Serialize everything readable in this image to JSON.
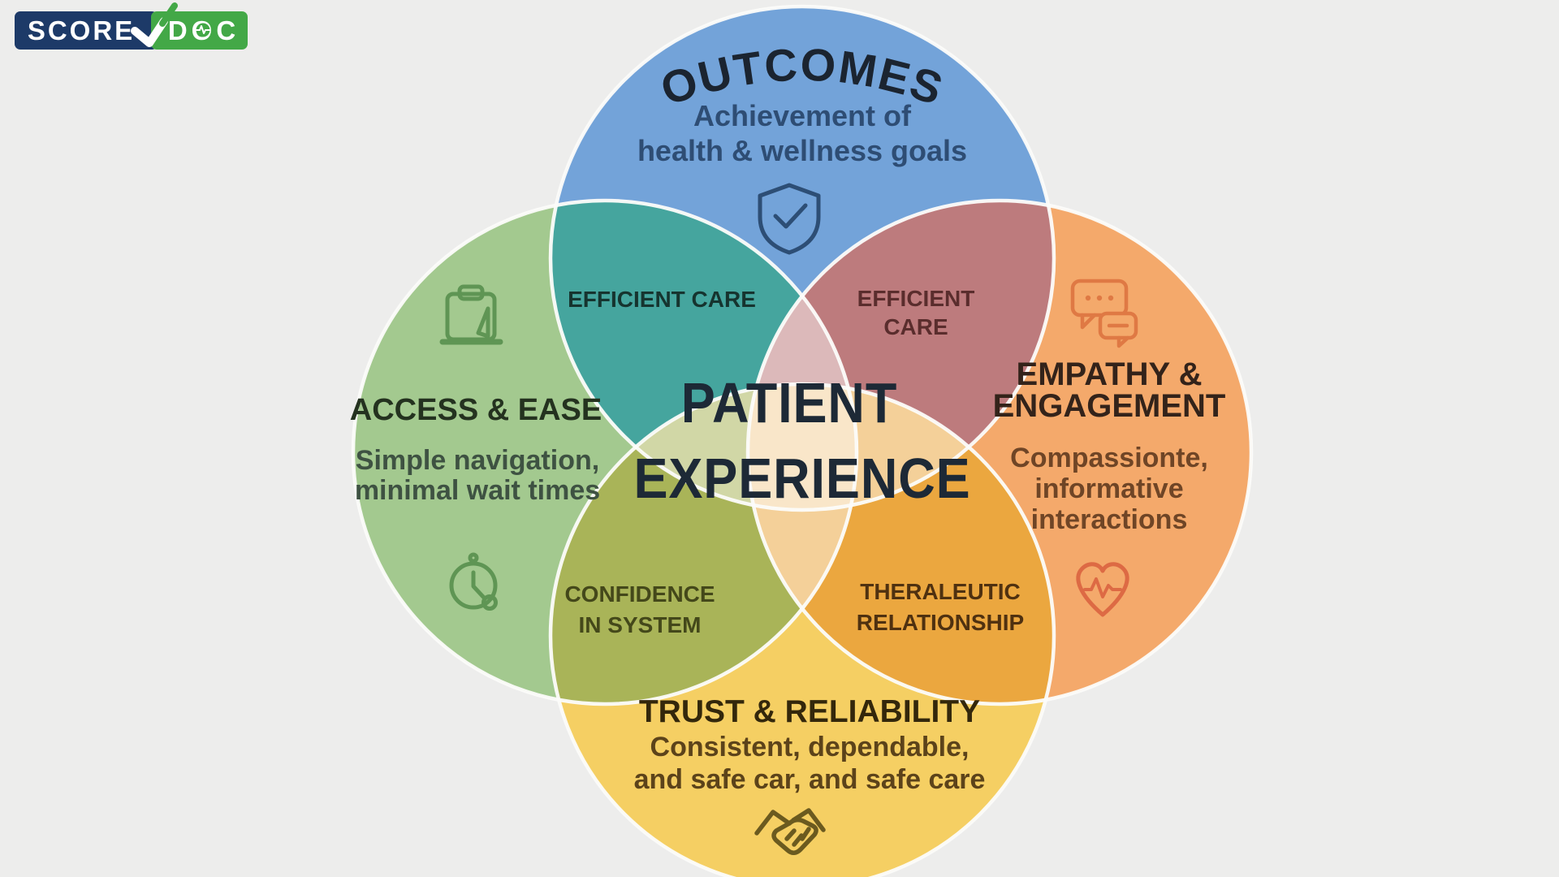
{
  "background_color": "#ededec",
  "logo": {
    "score_text": "SCORE",
    "doc_text": "DOC",
    "score_bg": "#1d3a68",
    "doc_bg": "#43a847",
    "text_color": "#ffffff"
  },
  "center": {
    "line1": "PATIENT",
    "line2": "EXPERIENCE",
    "color": "#1d2936"
  },
  "circles": {
    "top": {
      "title": "OUTCOMES",
      "subtitle_lines": [
        "Achievement of",
        "health & wellness goals"
      ],
      "fill": "#73a3d9",
      "title_color": "#1b2430",
      "subtitle_color": "#2e4d74",
      "icon": "shield-check-icon",
      "icon_color": "#2d4e75"
    },
    "left": {
      "title": "ACCESS & EASE",
      "subtitle_lines": [
        "Simple navigation,",
        "minimal wait times"
      ],
      "fill": "#a3c98f",
      "title_color": "#24321f",
      "subtitle_color": "#3e5242",
      "icons": [
        "clipboard-icon",
        "clock-icon"
      ],
      "icon_color": "#5f9554"
    },
    "right": {
      "title_lines": [
        "EMPATHY &",
        "ENGAGEMENT"
      ],
      "subtitle_lines": [
        "Compassionte,",
        "informative",
        "interactions"
      ],
      "fill": "#f4a96b",
      "title_color": "#33231a",
      "subtitle_color": "#6f4526",
      "icons": [
        "chat-bubbles-icon",
        "heart-pulse-icon"
      ],
      "icon_color": "#df7944",
      "heart_icon_color": "#dd6a44"
    },
    "bottom": {
      "title": "TRUST & RELIABILITY",
      "subtitle_lines": [
        "Consistent, dependable,",
        "and safe car, and safe care"
      ],
      "fill": "#f5cf63",
      "title_color": "#33270b",
      "subtitle_color": "#5c431a",
      "icon": "handshake-icon",
      "icon_color": "#6b5a1f"
    }
  },
  "overlaps": {
    "top_left": {
      "label": "EFFICIENT CARE",
      "fill": "#45a59e",
      "label_color": "#16342f"
    },
    "top_right": {
      "label_lines": [
        "EFFICIENT",
        "CARE"
      ],
      "fill": "#bd7b7d",
      "label_color": "#5a2d2d"
    },
    "bottom_left": {
      "label_lines": [
        "CONFIDENCE",
        "IN SYSTEM"
      ],
      "fill": "#a9b458",
      "label_color": "#44481a"
    },
    "bottom_right": {
      "label_lines": [
        "THERALEUTIC",
        "RELATIONSHIP"
      ],
      "fill": "#eba73f",
      "label_color": "#4f3110"
    }
  }
}
